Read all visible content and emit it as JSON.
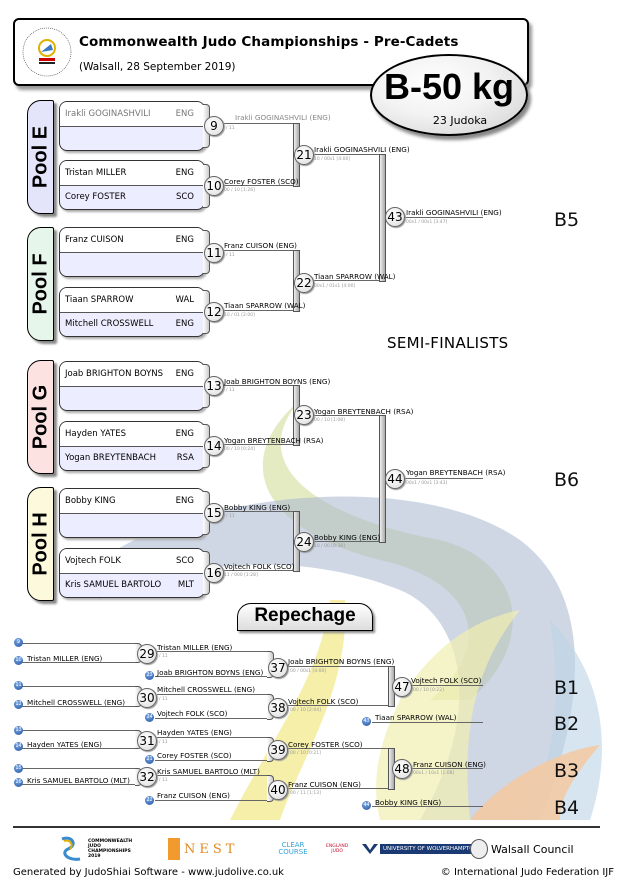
{
  "header": {
    "logo_name": "Commonwealth Judo Association",
    "title": "Commonwealth Judo Championships - Pre-Cadets",
    "subtitle": "(Walsall, 28 September 2019)",
    "weight_class": "B-50 kg",
    "judoka_count": "23 Judoka"
  },
  "colors": {
    "pool_e": "#e4e4fb",
    "pool_f": "#e6f6ea",
    "pool_g": "#fde2e2",
    "pool_h": "#fdf9dc",
    "repechage_dot": "#2a5caa"
  },
  "pools": [
    {
      "label": "Pool E",
      "boxes": [
        {
          "top": {
            "name": "Irakli GOGINASHVILI",
            "country": "ENG",
            "faded": true
          },
          "bottom": {
            "name": "",
            "country": ""
          }
        },
        {
          "top": {
            "name": "Tristan MILLER",
            "country": "ENG"
          },
          "bottom": {
            "name": "Corey FOSTER",
            "country": "SCO"
          }
        }
      ]
    },
    {
      "label": "Pool F",
      "boxes": [
        {
          "top": {
            "name": "Franz CUISON",
            "country": "ENG"
          },
          "bottom": {
            "name": "",
            "country": ""
          }
        },
        {
          "top": {
            "name": "Tiaan SPARROW",
            "country": "WAL"
          },
          "bottom": {
            "name": "Mitchell CROSSWELL",
            "country": "ENG"
          }
        }
      ]
    },
    {
      "label": "Pool G",
      "boxes": [
        {
          "top": {
            "name": "Joab BRIGHTON BOYNS",
            "country": "ENG"
          },
          "bottom": {
            "name": "",
            "country": ""
          }
        },
        {
          "top": {
            "name": "Hayden YATES",
            "country": "ENG"
          },
          "bottom": {
            "name": "Yogan BREYTENBACH",
            "country": "RSA"
          }
        }
      ]
    },
    {
      "label": "Pool H",
      "boxes": [
        {
          "top": {
            "name": "Bobby KING",
            "country": "ENG"
          },
          "bottom": {
            "name": "",
            "country": ""
          }
        },
        {
          "top": {
            "name": "Vojtech FOLK",
            "country": "SCO"
          },
          "bottom": {
            "name": "Kris SAMUEL BARTOLO",
            "country": "MLT"
          }
        }
      ]
    }
  ],
  "main_bracket": {
    "matches": [
      {
        "num": "9",
        "winner": "Irakli GOGINASHVILI   (ENG)",
        "score": "/ 11",
        "faded": true
      },
      {
        "num": "10",
        "winner": "Corey FOSTER    (SCO)",
        "score": "00 / 10 [1:26]"
      },
      {
        "num": "11",
        "winner": "Franz CUISON   (ENG)",
        "score": "/ 11"
      },
      {
        "num": "12",
        "winner": "Tiaan SPARROW    (WAL)",
        "score": "10 / 01 [2:00]"
      },
      {
        "num": "13",
        "winner": "Joab BRIGHTON BOYNS   (ENG)",
        "score": "/ 11"
      },
      {
        "num": "14",
        "winner": "Yogan BREYTENBACH    (RSA)",
        "score": "00 / 10 [0:24]"
      },
      {
        "num": "15",
        "winner": "Bobby KING   (ENG)",
        "score": "/ 11"
      },
      {
        "num": "16",
        "winner": "Vojtech FOLK   (SCO)",
        "score": "11 / 000 [1:28]"
      },
      {
        "num": "21",
        "winner": "Irakli GOGINASHVILI   (ENG)",
        "score": "10 / 00s1 [4:00]"
      },
      {
        "num": "22",
        "winner": "Tiaan SPARROW   (WAL)",
        "score": "00s1 / 01s1 [4:00]"
      },
      {
        "num": "23",
        "winner": "Yogan BREYTENBACH   (RSA)",
        "score": "00 / 10 [1:08]"
      },
      {
        "num": "24",
        "winner": "Bobby KING   (ENG)",
        "score": "10 / 00 [0:38]"
      },
      {
        "num": "43",
        "winner": "Irakli GOGINASHVILI   (ENG)",
        "score": "00s1 / 00s1 [3:47]"
      },
      {
        "num": "44",
        "winner": "Yogan BREYTENBACH   (RSA)",
        "score": "00s1 / 00s1 [3:43]"
      }
    ],
    "semi_finalists_label": "SEMI-FINALISTS",
    "positions": [
      "B5",
      "B6"
    ]
  },
  "repechage": {
    "title": "Repechage",
    "entries": [
      {
        "num": "9",
        "name": ""
      },
      {
        "num": "10",
        "name": "Tristan MILLER   (ENG)"
      },
      {
        "num": "11",
        "name": ""
      },
      {
        "num": "12",
        "name": "Mitchell CROSSWELL   (ENG)"
      },
      {
        "num": "13",
        "name": ""
      },
      {
        "num": "14",
        "name": "Hayden YATES   (ENG)"
      },
      {
        "num": "15",
        "name": ""
      },
      {
        "num": "16",
        "name": "Kris SAMUEL BARTOLO   (MLT)"
      }
    ],
    "matches": [
      {
        "num": "29",
        "winner": "Tristan MILLER   (ENG)",
        "score": "/ 11"
      },
      {
        "num": "30",
        "winner": "Mitchell CROSSWELL   (ENG)",
        "score": "/ 11"
      },
      {
        "num": "31",
        "winner": "Hayden YATES   (ENG)",
        "score": "/ 11"
      },
      {
        "num": "32",
        "winner": "Kris SAMUEL BARTOLO   (MLT)",
        "score": "/ 11"
      },
      {
        "num": "37",
        "winner": "Joab BRIGHTON BOYNS   (ENG)",
        "score": "00 / 00s1 [4:00]"
      },
      {
        "num": "38",
        "winner": "Vojtech FOLK   (SCO)",
        "score": "00 / 10 [2:04]"
      },
      {
        "num": "39",
        "winner": "Corey FOSTER   (SCO)",
        "score": "00 / 10 [0:21]"
      },
      {
        "num": "40",
        "winner": "Franz CUISON   (ENG)",
        "score": "00 / 11 [1:13]"
      },
      {
        "num": "47",
        "winner": "Vojtech FOLK   (SCO)",
        "score": "00 / 10 [0:22]"
      },
      {
        "num": "48",
        "winner": "Franz CUISON   (ENG)",
        "score": "00s1 / 10s1 [1:08]"
      }
    ],
    "losers_in": [
      {
        "num": "23",
        "name": "Joab BRIGHTON BOYNS   (ENG)"
      },
      {
        "num": "24",
        "name": "Vojtech FOLK   (SCO)"
      },
      {
        "num": "21",
        "name": "Corey FOSTER   (SCO)"
      },
      {
        "num": "22",
        "name": "Franz CUISON   (ENG)"
      },
      {
        "num": "43",
        "name": "Tiaan SPARROW   (WAL)"
      },
      {
        "num": "44",
        "name": "Bobby KING   (ENG)"
      }
    ],
    "positions": [
      "B1",
      "B2",
      "B3",
      "B4"
    ]
  },
  "footer": {
    "sponsors": [
      "COMMONWEALTH JUDO CHAMPIONSHIPS 2019",
      "NEST",
      "CLEAR COURSE",
      "ENGLAND JUDO",
      "UNIVERSITY OF WOLVERHAMPTON",
      "Walsall Council"
    ],
    "generated_by": "Generated by JudoShiai Software - www.judolive.co.uk",
    "copyright": "© International Judo Federation IJF"
  }
}
